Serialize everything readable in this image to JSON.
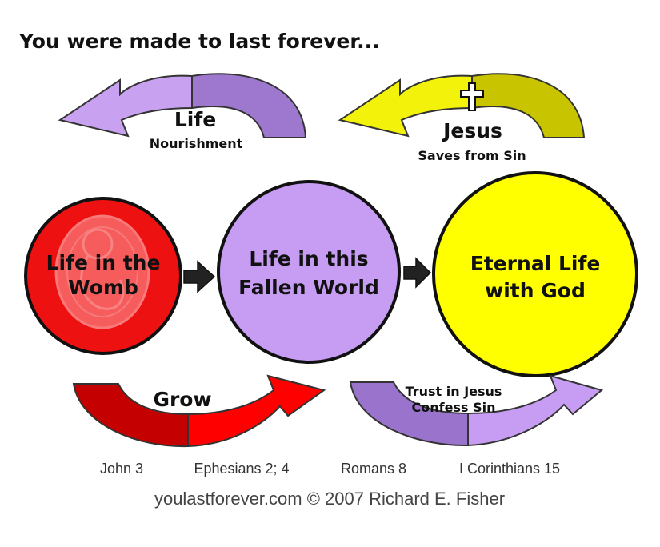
{
  "title": "You were made to last forever...",
  "top_arrows": [
    {
      "label": "Life",
      "sublabel": "Nourishment",
      "color_light": "#c8a2f0",
      "color_dark": "#9e77cf"
    },
    {
      "label": "Jesus",
      "sublabel": "Saves from Sin",
      "color_light": "#f2f20a",
      "color_dark": "#c9c400",
      "icon": "cross-icon"
    }
  ],
  "stages": [
    {
      "line1": "Life in the",
      "line2": "Womb",
      "color": "#ee1111",
      "icon": "fetus-icon"
    },
    {
      "line1": "Life in this",
      "line2": "Fallen World",
      "color": "#c79cf3"
    },
    {
      "line1": "Eternal Life",
      "line2": "with God",
      "color": "#ffff00"
    }
  ],
  "bottom_arrows": [
    {
      "label": "Grow",
      "color_light": "#ff0000",
      "color_dark": "#c40000"
    },
    {
      "label_line1": "Trust in Jesus",
      "label_line2": "Confess Sin",
      "color_light": "#c79cf3",
      "color_dark": "#9a73cc"
    }
  ],
  "references": [
    "John 3",
    "Ephesians 2; 4",
    "Romans 8",
    "I Corinthians 15"
  ],
  "credit": "youlastforever.com © 2007 Richard E. Fisher"
}
